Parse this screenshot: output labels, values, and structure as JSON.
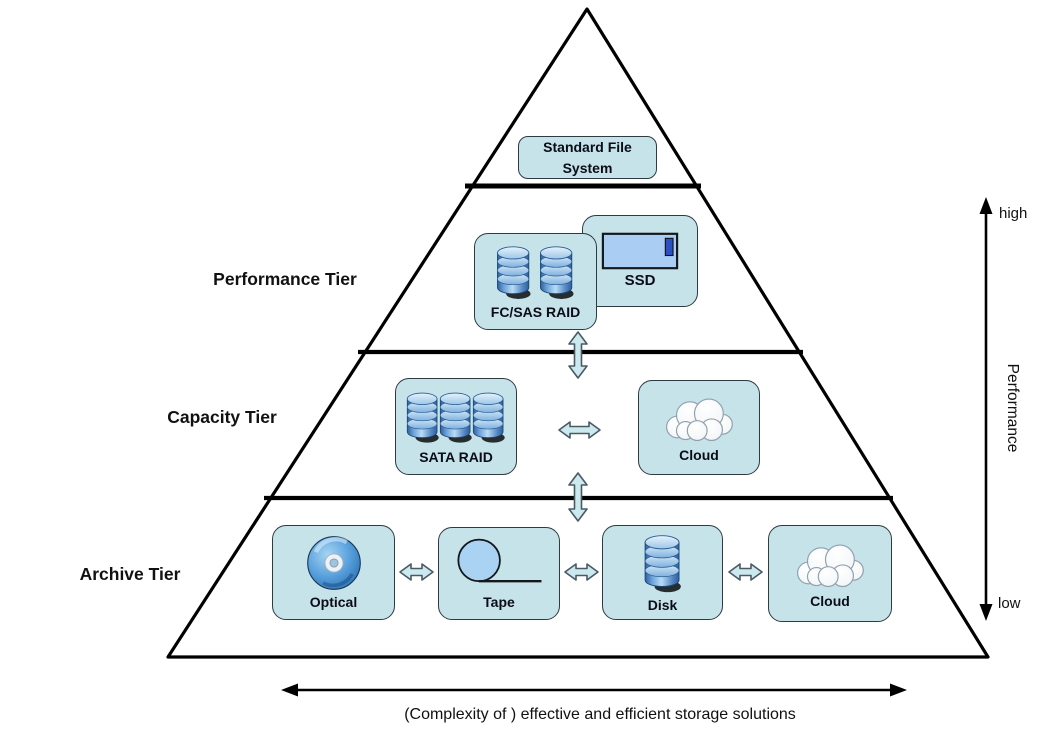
{
  "diagram": {
    "apex_box": {
      "label": "Standard File System"
    },
    "tier_labels": {
      "performance": "Performance Tier",
      "capacity": "Capacity Tier",
      "archive": "Archive Tier"
    },
    "performance_tier": {
      "fc_sas_raid": {
        "label": "FC/SAS RAID",
        "icon": "database-stack-icon"
      },
      "ssd": {
        "label": "SSD",
        "icon": "ssd-drive-icon"
      }
    },
    "capacity_tier": {
      "sata_raid": {
        "label": "SATA RAID",
        "icon": "database-stack-icon"
      },
      "cloud": {
        "label": "Cloud",
        "icon": "cloud-icon"
      }
    },
    "archive_tier": {
      "optical": {
        "label": "Optical",
        "icon": "optical-disc-icon"
      },
      "tape": {
        "label": "Tape",
        "icon": "tape-reel-icon"
      },
      "disk": {
        "label": "Disk",
        "icon": "database-cylinder-icon"
      },
      "cloud": {
        "label": "Cloud",
        "icon": "cloud-icon"
      }
    },
    "performance_axis": {
      "top": "high",
      "bottom": "low",
      "label": "Performance"
    },
    "bottom_axis": {
      "label": "(Complexity of ) effective and efficient storage solutions"
    }
  },
  "colors": {
    "box_fill": "#c5e3e9",
    "box_border": "#2e3b41",
    "arrow_fill": "#cbe9ef",
    "arrow_stroke": "#4a5a63",
    "line_color": "#000000",
    "text_color": "#0c0c16",
    "cylinder_blue": "#3c74b4",
    "cylinder_top_blue": "#d9ecfa",
    "icon_light_blue": "#a9cdf3",
    "ssd_bar_blue": "#2b50c0",
    "cloud_white": "#ffffff"
  }
}
